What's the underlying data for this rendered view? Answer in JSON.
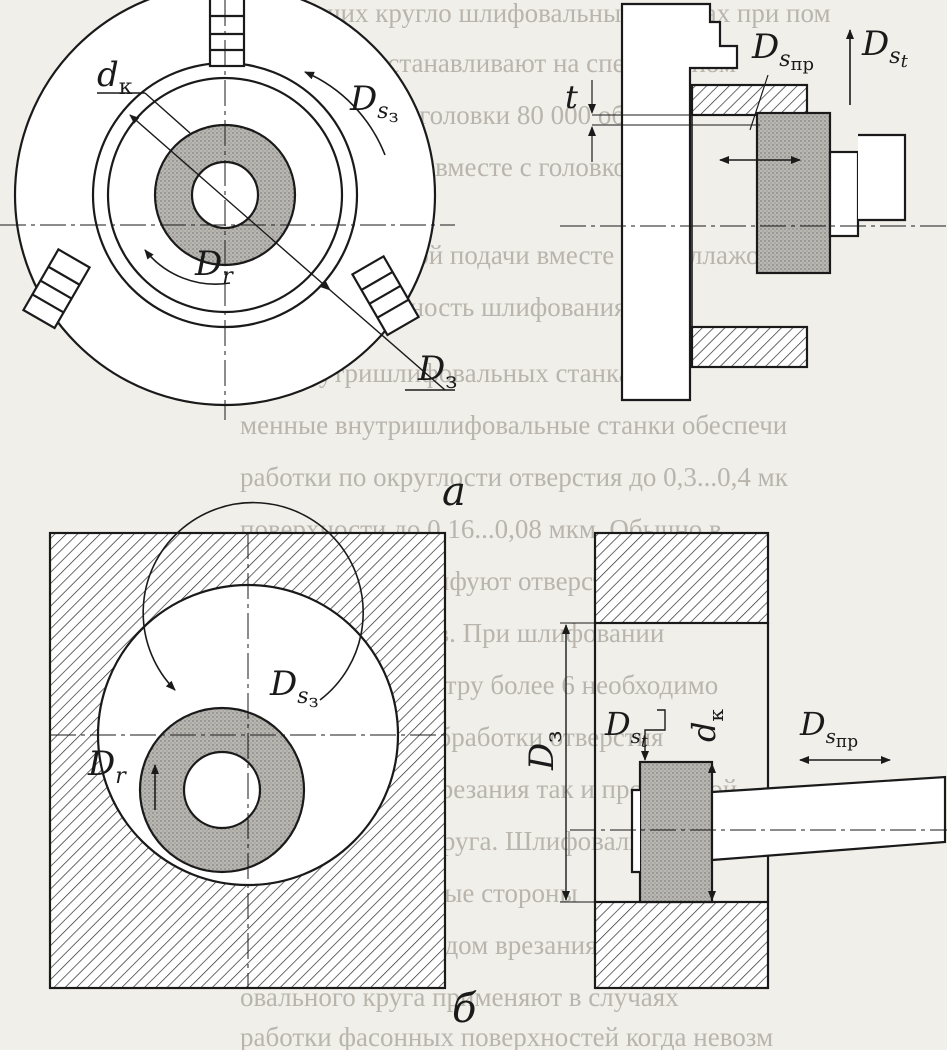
{
  "background_text": [
    "всевысших кругло шлифовальных станках при пом",
    "ых станках устанавливают на специальном",
    "шлифовальной головки 80 000 обмин",
    "приспособления вместе с головкой",
    "ставе продольной подачи вместе со стеллажом",
    "производительность шлифования",
    "т на внутришлифовальных станках",
    "менные внутришлифовальные станки обеспечи",
    "работки по округлости отверстия до 0,3...0,4 мк",
    "поверхности до 0,16...0,08 мкм. Обычно в",
    "ьных станках шлифуют отверстия",
    "ет трех диаметров. При шлифовании",
    "их длины к диаметру более 6 необходимо",
    "числа оборотов обработки отверстия",
    "можно методом врезания так и продольной",
    "шлифовального круга. Шлифовальный круг и",
    "вращаются в разные стороны",
    "вание одним методом врезания",
    "овального круга применяют в случаях",
    "работки фасонных поверхностей когда невозм"
  ],
  "labels": {
    "dk_main": "d",
    "dk_sub": "к",
    "dsz_main": "D",
    "dsz_sub": "s",
    "dsz_sub2": "з",
    "dr_main": "D",
    "dr_sub": "r",
    "dz_main": "D",
    "dz_sub": "з",
    "dspr_main": "D",
    "dspr_sub": "s",
    "dspr_sub2": "пр",
    "dst_main": "D",
    "dst_sub": "s",
    "dst_sub2": "t",
    "t": "t",
    "fig_a": "а",
    "fig_b": "б"
  }
}
